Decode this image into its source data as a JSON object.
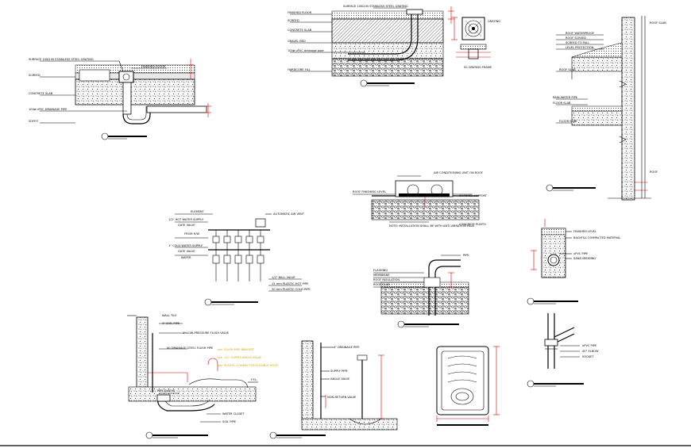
{
  "details": {
    "floor_trap_top": {
      "labels": [
        "SURFACE 100D IN STAINLESS STEEL GRATING",
        "FINISHED FLOOR",
        "SCREED",
        "CONCRETE SLAB",
        "100ø uPVC DRAINAGE PIPE",
        "SOFFIT"
      ]
    },
    "floor_drain_section": {
      "labels": [
        "SURFACE 100D IN STAINLESS STEEL GRATING",
        "FINISHED FLOOR",
        "SCREED",
        "CONCRETE SLAB",
        "GRAVEL BED",
        "100ø uPVC drainage pipe",
        "HARDCORE FILL"
      ]
    },
    "grating_plan": {
      "labels": [
        "GRATING",
        "SS GRATING FRAME"
      ]
    },
    "wall_section": {
      "labels": [
        "ROOF SLAB",
        "ROOF WATERPROOF",
        "ROOF SCREED",
        "SCREED TO FALL",
        "LEVEL PROTECTION",
        "ROOF SLAB",
        "RAIN WATER PIPE",
        "FLOOR SLAB",
        "ROOF",
        "FLOOR SLAB"
      ]
    },
    "manifold": {
      "labels": [
        "ELEMENT",
        "1/2\" HOT WATER SUPPLY",
        "GATE VALVE",
        "AUTOMATIC AIR VENT",
        "FROM H/W",
        "1\" COLD WATER SUPPLY",
        "GATE VALVE",
        "WATER",
        "1/2\" BALL VALVE",
        "15 mm PLASTIC HOT PIPE",
        "20 mm PLASTIC COLD PIPE"
      ]
    },
    "roof_equipment": {
      "labels": [
        "AIR CONDITIONING UNIT ON ROOF",
        "ROOF FINISHING LEVEL",
        "CHANNEL SUPPORT",
        "NOTE: INSTALLATION SHALL BE WITH ANTI-VIBRATION PADS",
        "CONCRETE PLINTH"
      ]
    },
    "pipe_through_roof": {
      "labels": [
        "PIPE",
        "FLASHING",
        "MEMBRANE",
        "ROOF INSULATION",
        "ROOF SLAB"
      ]
    },
    "pipe_trench": {
      "labels": [
        "FINISHED LEVEL",
        "BACKFILL COMPACTED MATERIAL",
        "uPVC PIPE",
        "SAND BEDDING"
      ]
    },
    "pipe_joint": {
      "labels": [
        "uPVC PIPE",
        "45° ELBOW",
        "SOCKET"
      ]
    },
    "wc_connection": {
      "labels": [
        "WALL TILE",
        "4\" SOIL PIPE",
        "1\" LOW-PRESSURE FLUSH VALVE",
        "40 DRAINAGE STEEL FLUSH PIPE",
        "FLUSH PIPE BRACKET",
        "1/2\" SUPPLY ANGLE VALVE",
        "PLASTIC CONNECTOR FLEXIBLE HOSE",
        "F.F.L.",
        "PIPE SLEEVE",
        "WATER CLOSET",
        "SOIL PIPE"
      ]
    },
    "sink_connection": {
      "labels": [
        "4\" DRAINAGE PIPE",
        "SUPPLY PIPE",
        "ANGLE VALVE",
        "NON-RETURN VALVE"
      ]
    },
    "squat_pan": {
      "labels": []
    }
  }
}
